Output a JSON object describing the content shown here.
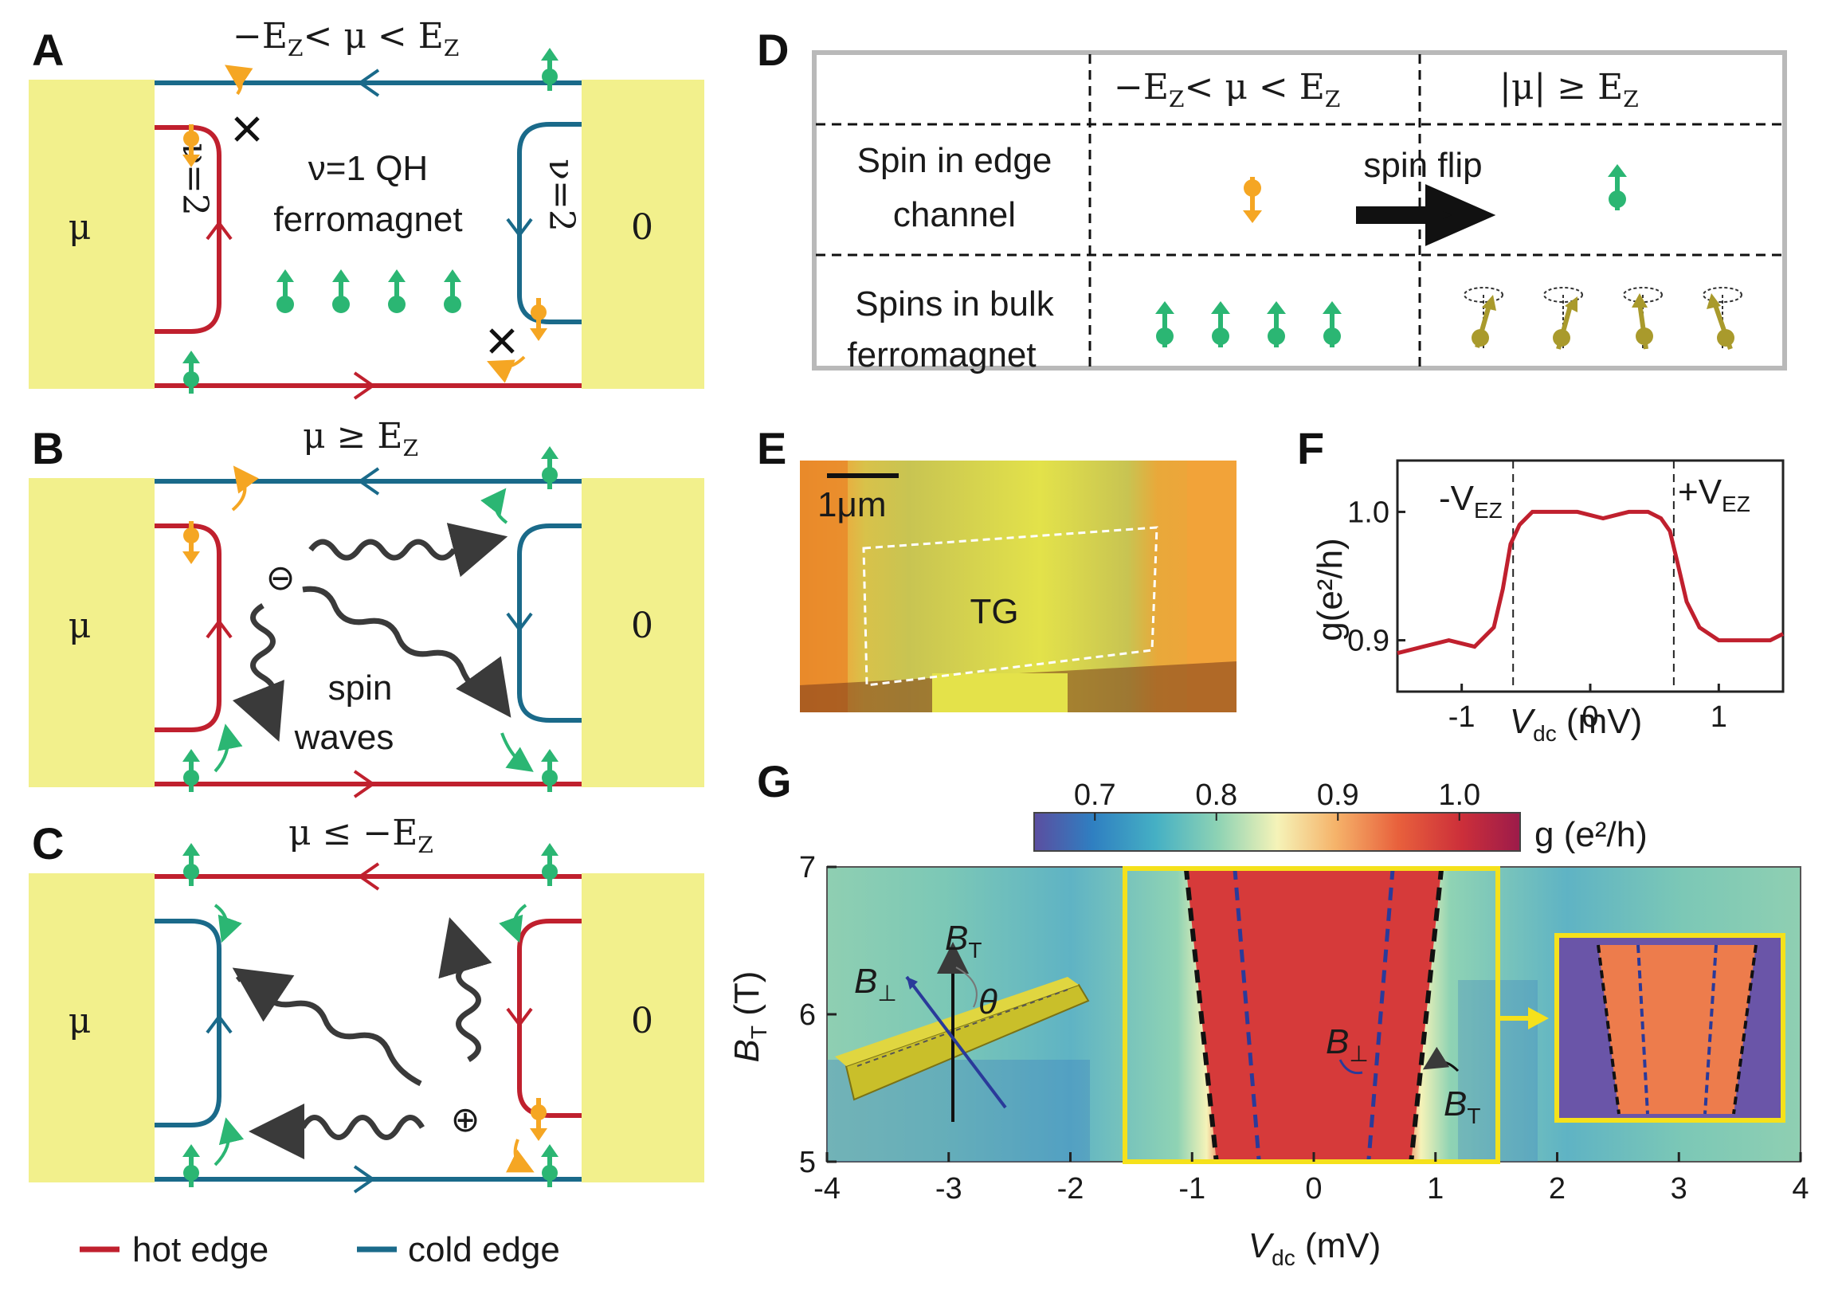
{
  "panels": {
    "A": {
      "letter": "A",
      "title": "−E_Z < μ < E_Z",
      "title_main": "−E",
      "title_sub": "Z",
      "title_mid": "< μ < E",
      "title_sub2": "Z",
      "left_contact": "μ",
      "right_contact": "0",
      "filling_left": "ν=2",
      "filling_right": "ν=2",
      "center_line1": "ν=1 QH",
      "center_line2": "ferromagnet"
    },
    "B": {
      "letter": "B",
      "title_main": "μ ≥ E",
      "title_sub": "Z",
      "left_contact": "μ",
      "right_contact": "0",
      "defect": "⊖",
      "caption1": "spin",
      "caption2": "waves"
    },
    "C": {
      "letter": "C",
      "title_main": "μ ≤ −E",
      "title_sub": "Z",
      "left_contact": "μ",
      "right_contact": "0",
      "defect": "⊕"
    },
    "legend": {
      "hot": "hot edge",
      "cold": "cold edge",
      "hot_color": "#c0202e",
      "cold_color": "#1a6a8a"
    },
    "D": {
      "letter": "D",
      "col1_main": "−E",
      "col1_sub": "Z",
      "col1_mid": "< μ < E",
      "col1_sub2": "Z",
      "col2_main": "|μ| ≥ E",
      "col2_sub": "Z",
      "row1_line1": "Spin in edge",
      "row1_line2": "channel",
      "row2_line1": "Spins in bulk",
      "row2_line2": "ferromagnet",
      "arrow_label": "spin flip"
    },
    "E": {
      "letter": "E",
      "scale": "1μm",
      "gate": "TG"
    },
    "F": {
      "letter": "F",
      "ylabel": "g(e²/h)",
      "xlabel": "V_dc (mV)",
      "xlabel_main": "V",
      "xlabel_sub": "dc",
      "xlabel_unit": " (mV)",
      "annot_left_main": "-V",
      "annot_left_sub": "EZ",
      "annot_right_main": "+V",
      "annot_right_sub": "EZ"
    },
    "G": {
      "letter": "G",
      "cbar_label": "g (e²/h)",
      "ylabel_main": "B",
      "ylabel_sub": "T",
      "ylabel_unit": " (T)",
      "xlabel_main": "V",
      "xlabel_sub": "dc",
      "xlabel_unit": " (mV)",
      "inset_bt": "B",
      "inset_bt_sub": "T",
      "inset_bperp": "B",
      "inset_bperp_sub": "⊥",
      "inset_theta": "θ",
      "marker_bperp": "B",
      "marker_bperp_sub": "⊥",
      "marker_bt": "B",
      "marker_bt_sub": "T"
    }
  },
  "colors": {
    "hot": "#c0202e",
    "cold": "#1a6a8a",
    "spin_up": "#2bb673",
    "spin_down": "#f5a623",
    "contact": "#f2f08c",
    "precess": "#a99a2c"
  },
  "chart_data": [
    {
      "type": "line",
      "panel": "F",
      "xlabel": "V_dc (mV)",
      "ylabel": "g(e²/h)",
      "xlim": [
        -1.5,
        1.5
      ],
      "ylim": [
        0.86,
        1.04
      ],
      "xticks": [
        -1,
        0,
        1
      ],
      "yticks": [
        0.9,
        1.0
      ],
      "vlines": [
        -0.6,
        0.65
      ],
      "x": [
        -1.5,
        -1.3,
        -1.1,
        -0.9,
        -0.75,
        -0.68,
        -0.62,
        -0.55,
        -0.45,
        -0.3,
        -0.1,
        0.1,
        0.3,
        0.45,
        0.55,
        0.62,
        0.68,
        0.75,
        0.85,
        1.0,
        1.2,
        1.4,
        1.5
      ],
      "y": [
        0.89,
        0.895,
        0.9,
        0.895,
        0.91,
        0.94,
        0.975,
        0.99,
        1.0,
        1.0,
        1.0,
        0.995,
        1.0,
        1.0,
        0.995,
        0.985,
        0.96,
        0.93,
        0.91,
        0.9,
        0.9,
        0.9,
        0.905
      ]
    },
    {
      "type": "heatmap",
      "panel": "G",
      "xlabel": "V_dc (mV)",
      "ylabel": "B_T (T)",
      "xlim": [
        -4,
        4
      ],
      "ylim": [
        5,
        7
      ],
      "xticks": [
        -4,
        -3,
        -2,
        -1,
        0,
        1,
        2,
        3,
        4
      ],
      "yticks": [
        5,
        6,
        7
      ],
      "colorbar": {
        "label": "g (e²/h)",
        "ticks": [
          0.7,
          0.8,
          0.9,
          1.0
        ],
        "range": [
          0.65,
          1.05
        ]
      },
      "black_boundaries": {
        "at_B5": [
          -0.8,
          0.8
        ],
        "at_B7": [
          -1.05,
          1.05
        ]
      },
      "blue_boundaries": {
        "at_B5": [
          -0.45,
          0.45
        ],
        "at_B7": [
          -0.65,
          0.65
        ]
      }
    }
  ]
}
